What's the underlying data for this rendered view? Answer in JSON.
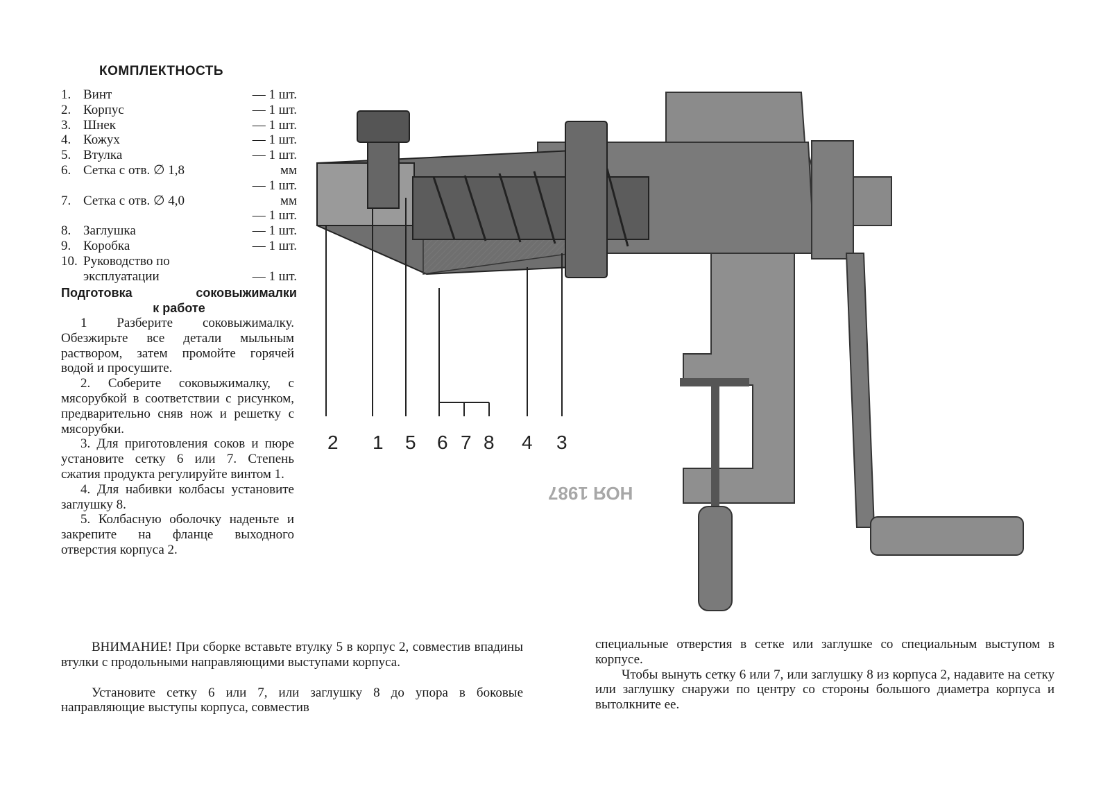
{
  "heading": "КОМПЛЕКТНОСТЬ",
  "kit": [
    {
      "n": "1.",
      "name": "Винт",
      "qty": "— 1 шт."
    },
    {
      "n": "2.",
      "name": "Корпус",
      "qty": "— 1 шт."
    },
    {
      "n": "3.",
      "name": "Шнек",
      "qty": "— 1 шт."
    },
    {
      "n": "4.",
      "name": "Кожух",
      "qty": "— 1 шт."
    },
    {
      "n": "5.",
      "name": "Втулка",
      "qty": "— 1 шт."
    },
    {
      "n": "6.",
      "name": "Сетка с отв. ∅ 1,8",
      "unit": "мм",
      "qty": "— 1 шт."
    },
    {
      "n": "7.",
      "name": "Сетка с отв. ∅ 4,0",
      "unit": "мм",
      "qty": "— 1 шт."
    },
    {
      "n": "8.",
      "name": "Заглушка",
      "qty": "— 1 шт."
    },
    {
      "n": "9.",
      "name": "Коробка",
      "qty": "— 1 шт."
    },
    {
      "n": "10.",
      "name": "Руководство по",
      "name2": "эксплуатации",
      "qty": "— 1 шт."
    }
  ],
  "prep": {
    "title_a": "Подготовка",
    "title_b": "соковыжималки",
    "title_c": "к работе",
    "steps": [
      "1 Разберите соковыжималку. Обезжирьте все детали мыльным раствором, затем промойте горячей водой и просушите.",
      "2. Соберите соковыжималку, с мясорубкой в соответствии с рисунком, предварительно сняв нож и решетку с мясорубки.",
      "3. Для приготовления соков и пюре установите сетку 6 или 7. Степень сжатия продукта регулируйте винтом 1.",
      "4. Для набивки колбасы установите заглушку 8.",
      "5. Колбасную оболочку наденьте и закрепите на фланце выходного отверстия корпуса 2."
    ]
  },
  "bottom_left": [
    "ВНИМАНИЕ! При сборке вставьте втулку 5 в корпус 2, совместив впадины втулки с продольными направляющими выступами корпуса.",
    "Установите сетку 6 или 7, или заглушку 8 до упора в боковые направляющие выступы корпуса, совместив"
  ],
  "bottom_right": [
    "специальные отверстия в сетке или заглушке со специальным выступом в корпусе.",
    "Чтобы вынуть сетку 6 или 7, или заглушку 8 из корпуса 2, надавите на сетку или заглушку снаружи по центру со стороны большого диаметра корпуса и вытолкните ее."
  ],
  "callouts": [
    "2",
    "1",
    "5",
    "6",
    "7",
    "8",
    "4",
    "3"
  ],
  "stamp": "НОЯ 1987"
}
